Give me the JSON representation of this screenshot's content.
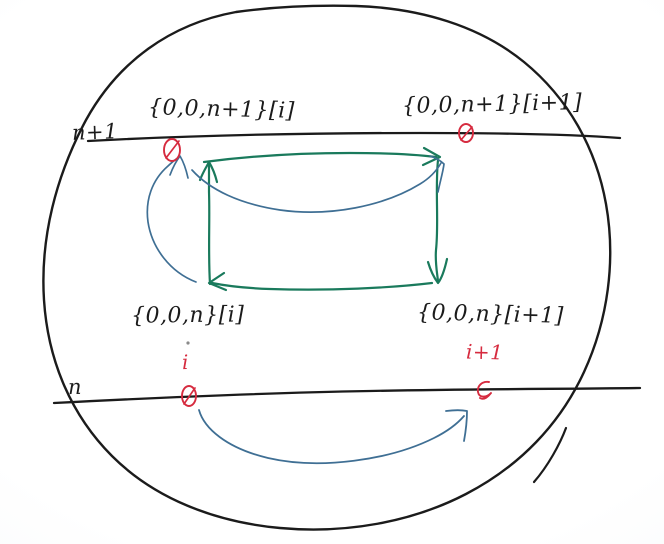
{
  "diagram": {
    "title": "hand-drawn-stack-frame-transition-diagram",
    "colors": {
      "ink_black": "#1b1b1b",
      "ink_green": "#1a7a5c",
      "ink_blue": "#3f6f94",
      "ink_red": "#d62b3f",
      "background": "#ffffff"
    },
    "boundary": {
      "shape_name": "enclosing-oval",
      "color": "#1b1b1b"
    },
    "lines": [
      {
        "name": "upper-level-line",
        "label": "n+1",
        "color": "#1b1b1b"
      },
      {
        "name": "lower-level-line",
        "label": "n",
        "color": "#1b1b1b"
      }
    ],
    "nodes": [
      {
        "name": "top-left-term",
        "text": "{0,0,n+1}[i]",
        "marker": "0",
        "marker_color": "#d62b3f",
        "position": "top-left"
      },
      {
        "name": "top-right-term",
        "text": "{0,0,n+1}[i+1]",
        "marker": "0",
        "marker_color": "#d62b3f",
        "position": "top-right"
      },
      {
        "name": "bottom-left-term",
        "text": "{0,0,n}[i]",
        "index_label": "i",
        "marker": "0",
        "marker_color": "#d62b3f",
        "position": "bottom-left"
      },
      {
        "name": "bottom-right-term",
        "text": "{0,0,n}[i+1]",
        "index_label": "i+1",
        "marker": "0",
        "marker_color": "#d62b3f",
        "position": "bottom-right"
      }
    ],
    "arrows": [
      {
        "name": "green-arrow-top",
        "color": "#1a7a5c",
        "from": "bottom-left-area",
        "to": "top-right-term",
        "direction": "right"
      },
      {
        "name": "green-arrow-right",
        "color": "#1a7a5c",
        "from": "top-right-term",
        "to": "bottom-right-term",
        "direction": "down"
      },
      {
        "name": "green-arrow-bottom",
        "color": "#1a7a5c",
        "from": "bottom-right-term",
        "to": "bottom-left-term",
        "direction": "left"
      },
      {
        "name": "green-arrow-left",
        "color": "#1a7a5c",
        "from": "bottom-left-term",
        "to": "top-left-term",
        "direction": "up"
      },
      {
        "name": "blue-arrow-inner-curve",
        "color": "#3f6f94",
        "from": "top-left-term",
        "to": "top-right-term",
        "direction": "right-curve"
      },
      {
        "name": "blue-arrow-left-loop",
        "color": "#3f6f94",
        "from": "bottom-left-term",
        "to": "top-left-term",
        "direction": "up-loop"
      },
      {
        "name": "blue-arrow-bottom-sweep",
        "color": "#3f6f94",
        "from": "bottom-left-marker",
        "to": "bottom-right-marker",
        "direction": "right-curve"
      }
    ]
  }
}
